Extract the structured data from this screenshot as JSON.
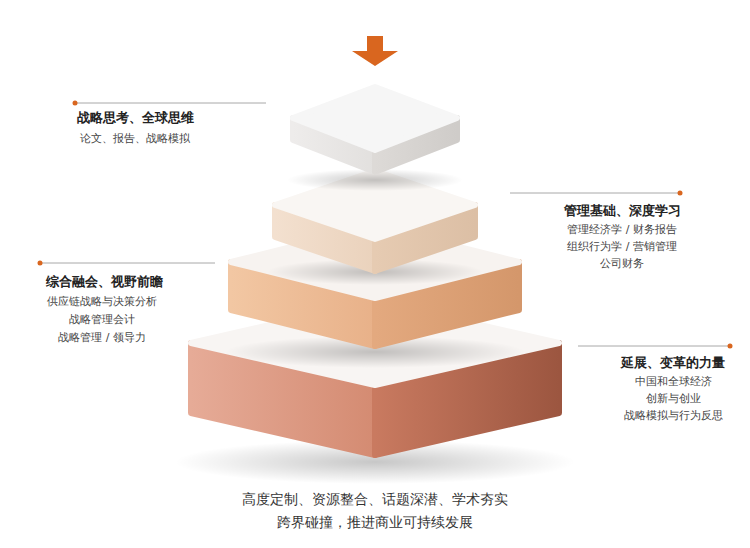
{
  "diagram": {
    "caption": "高度定制、资源整合、话题深潜、学术夯实 跨界碰撞，推进商业可持续发展",
    "labels": [
      "战略思考、全球思维",
      "论文、报告、战略模拟",
      "管理基础、深度学习",
      "管理经济学 / 财务报告",
      "组织行为学 / 营销管理",
      "公司财务",
      "综合融会、视野前瞻",
      "供应链战略与决策分析",
      "战略管理会计",
      "战略管理 / 领导力",
      "延展、变革的力量",
      "中国和全球经济",
      "创新与创业",
      "战略模拟与行为反思"
    ]
  }
}
